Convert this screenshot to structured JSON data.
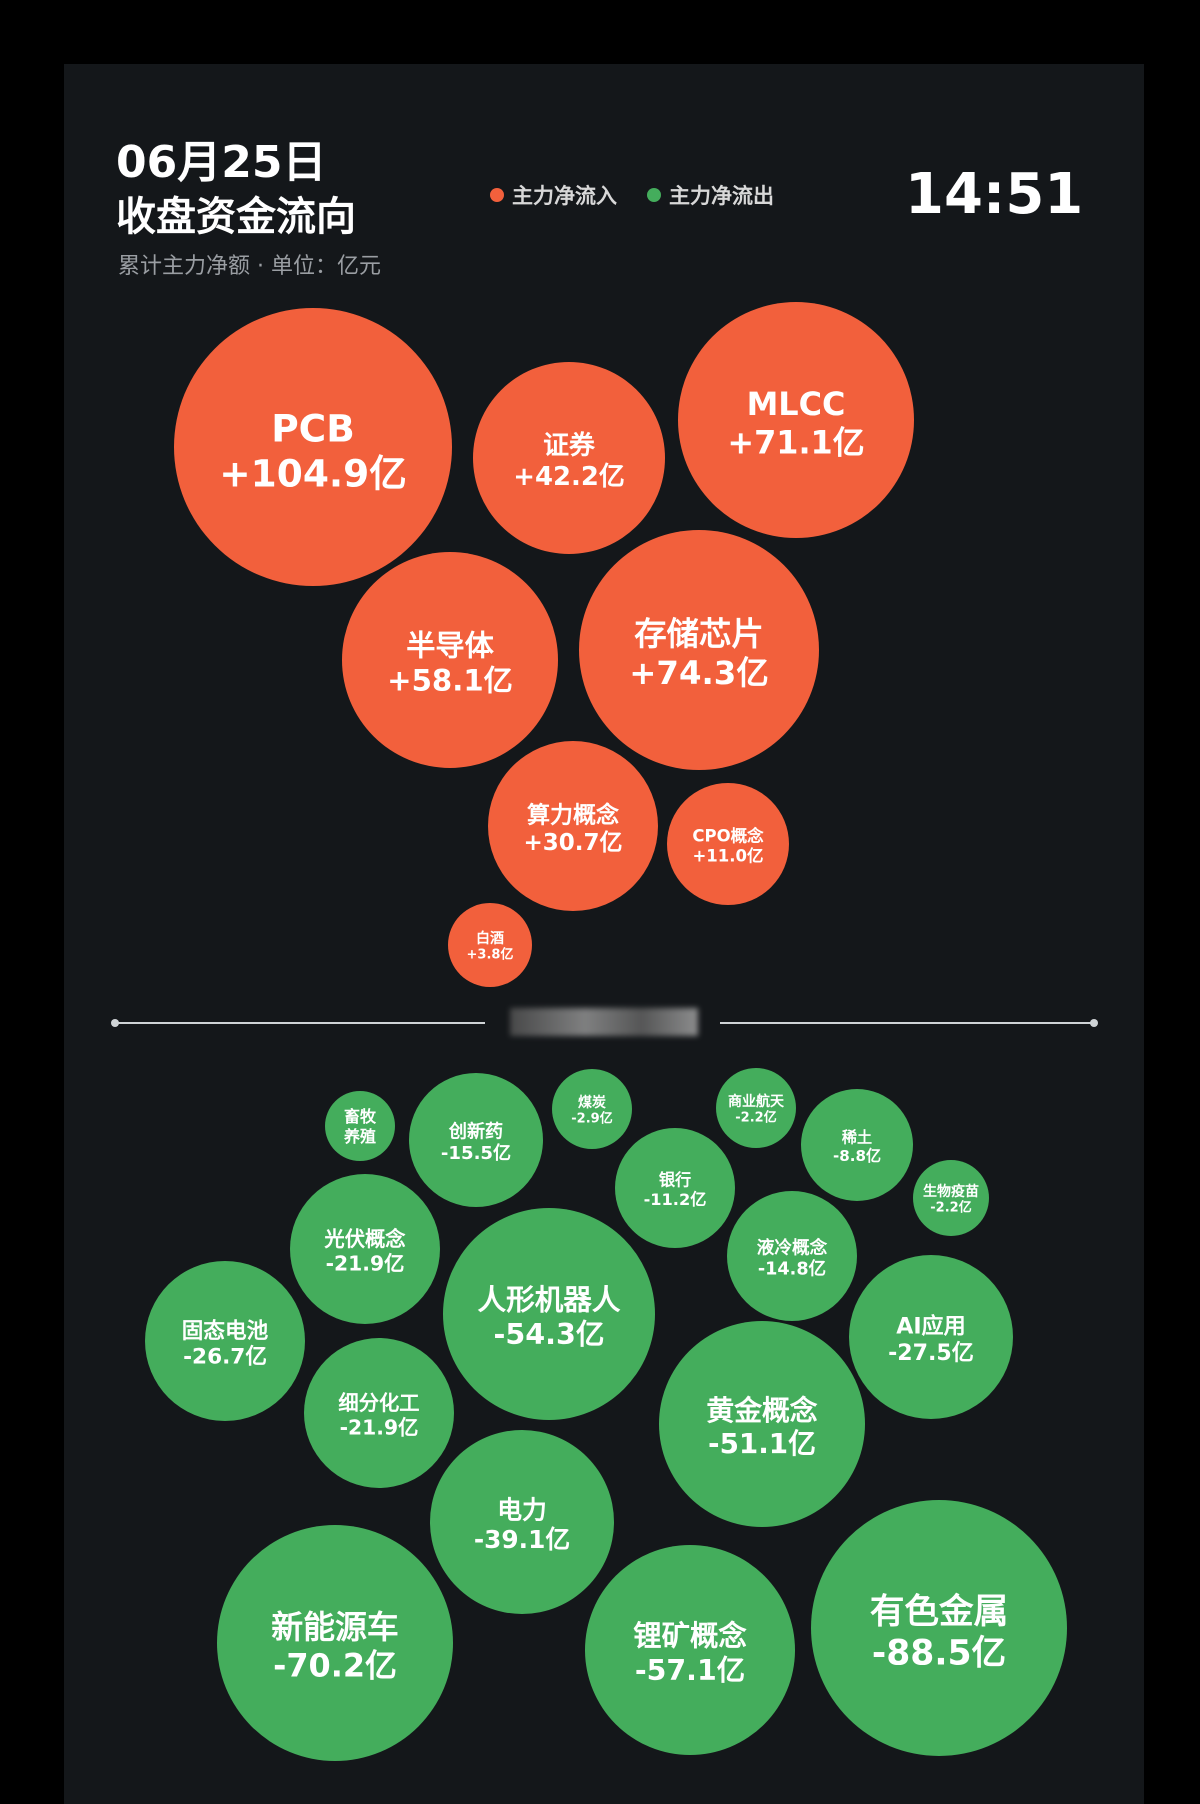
{
  "header": {
    "date": "06月25日",
    "title": "收盘资金流向",
    "subtitle": "累计主力净额 · 单位：亿元",
    "time": "14:51"
  },
  "legend": {
    "inflow_label": "主力净流入",
    "outflow_label": "主力净流出",
    "inflow_color": "#f2603c",
    "outflow_color": "#44ad5c"
  },
  "chart_data": {
    "type": "bubble",
    "unit": "亿元",
    "series": [
      {
        "name": "主力净流入",
        "color": "#f2603c",
        "points": [
          {
            "label": "PCB",
            "value": 104.9,
            "display": "+104.9亿"
          },
          {
            "label": "证券",
            "value": 42.2,
            "display": "+42.2亿"
          },
          {
            "label": "MLCC",
            "value": 71.1,
            "display": "+71.1亿"
          },
          {
            "label": "半导体",
            "value": 58.1,
            "display": "+58.1亿"
          },
          {
            "label": "存储芯片",
            "value": 74.3,
            "display": "+74.3亿"
          },
          {
            "label": "算力概念",
            "value": 30.7,
            "display": "+30.7亿"
          },
          {
            "label": "CPO概念",
            "value": 11.0,
            "display": "+11.0亿"
          },
          {
            "label": "白酒",
            "value": 3.8,
            "display": "+3.8亿"
          }
        ]
      },
      {
        "name": "主力净流出",
        "color": "#44ad5c",
        "points": [
          {
            "label": "畜牧养殖",
            "value": null,
            "display": ""
          },
          {
            "label": "创新药",
            "value": -15.5,
            "display": "-15.5亿"
          },
          {
            "label": "煤炭",
            "value": -2.9,
            "display": "-2.9亿"
          },
          {
            "label": "商业航天",
            "value": -2.2,
            "display": "-2.2亿"
          },
          {
            "label": "稀土",
            "value": -8.8,
            "display": "-8.8亿"
          },
          {
            "label": "银行",
            "value": -11.2,
            "display": "-11.2亿"
          },
          {
            "label": "生物疫苗",
            "value": -2.2,
            "display": "-2.2亿"
          },
          {
            "label": "光伏概念",
            "value": -21.9,
            "display": "-21.9亿"
          },
          {
            "label": "液冷概念",
            "value": -14.8,
            "display": "-14.8亿"
          },
          {
            "label": "人形机器人",
            "value": -54.3,
            "display": "-54.3亿"
          },
          {
            "label": "固态电池",
            "value": -26.7,
            "display": "-26.7亿"
          },
          {
            "label": "AI应用",
            "value": -27.5,
            "display": "-27.5亿"
          },
          {
            "label": "细分化工",
            "value": -21.9,
            "display": "-21.9亿"
          },
          {
            "label": "黄金概念",
            "value": -51.1,
            "display": "-51.1亿"
          },
          {
            "label": "电力",
            "value": -39.1,
            "display": "-39.1亿"
          },
          {
            "label": "新能源车",
            "value": -70.2,
            "display": "-70.2亿"
          },
          {
            "label": "锂矿概念",
            "value": -57.1,
            "display": "-57.1亿"
          },
          {
            "label": "有色金属",
            "value": -88.5,
            "display": "-88.5亿"
          }
        ]
      }
    ]
  }
}
